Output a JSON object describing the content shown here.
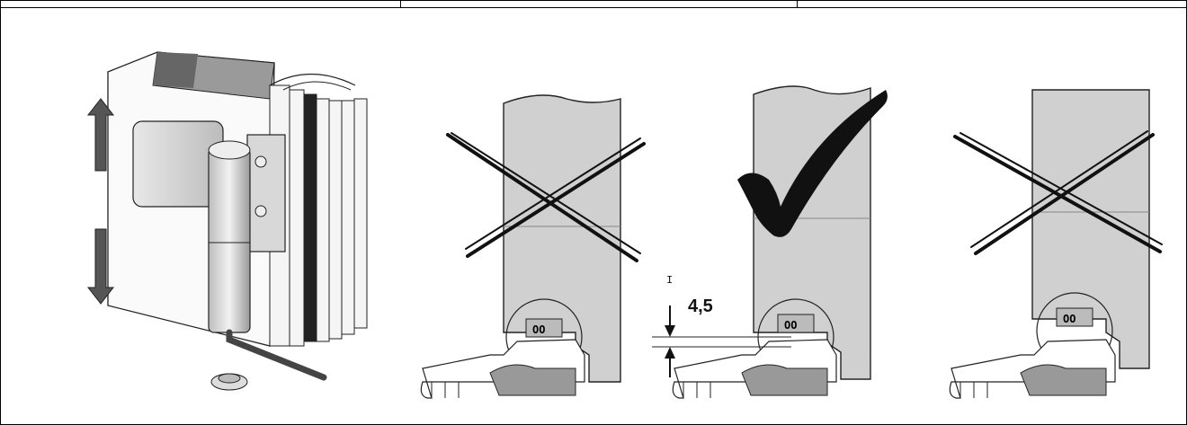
{
  "figure": {
    "measurement_label": "4,5",
    "tick_label": "I"
  },
  "panels": [
    {
      "id": "hinge-3d",
      "verdict": "none"
    },
    {
      "id": "variant-1",
      "verdict": "wrong"
    },
    {
      "id": "variant-2",
      "verdict": "correct"
    },
    {
      "id": "variant-3",
      "verdict": "wrong"
    }
  ],
  "colors": {
    "line": "#222222",
    "glass": "#d0d0d0",
    "mark": "#111111",
    "arrow": "#555555"
  }
}
